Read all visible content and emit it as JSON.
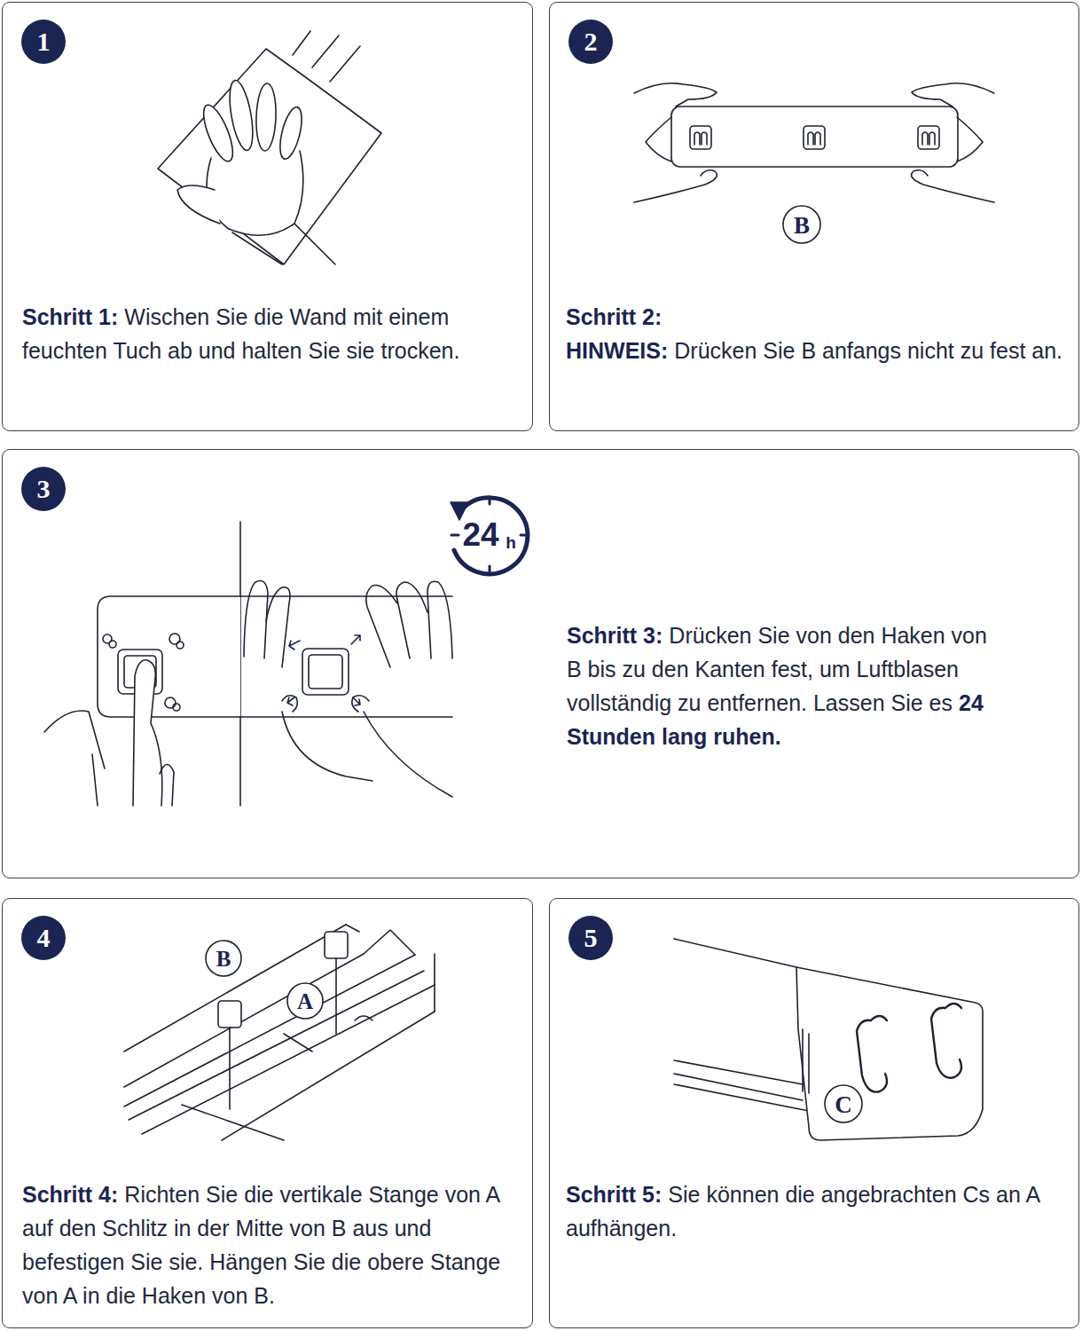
{
  "diagram": {
    "nodes": [
      {
        "text": [
          "Schritt 1:",
          "Wischen Sie die Wand mit einem feuchten Tuch ab und halten Sie sie trocken."
        ]
      },
      {
        "text": [
          "1"
        ],
        "in": 0
      },
      {
        "text": [
          "Schritt 2:",
          "HINWEIS:",
          "Drücken Sie B anfangs nicht zu fest an."
        ]
      },
      {
        "text": [
          "2"
        ],
        "in": 2
      },
      {
        "text": [
          "Schritt 3:",
          "Drücken Sie von den Haken von B bis zu den Kanten fest, um Luftblasen vollständig zu entfernen. Lassen Sie es",
          "24 Stunden lang ruhen."
        ]
      },
      {
        "text": [
          "3"
        ],
        "in": 4
      },
      {
        "text": [
          "Schritt 4:",
          "Richten Sie die vertikale Stange von A auf den Schlitz in der Mitte von B aus und befestigen Sie sie. Hängen Sie die obere Stange von A in die Haken von B."
        ]
      },
      {
        "text": [
          "4"
        ],
        "in": 6
      },
      {
        "text": [
          "Schritt 5:",
          "Sie können die angebrachten Cs an A aufhängen."
        ]
      },
      {
        "text": [
          "5"
        ],
        "in": 8
      }
    ],
    "labels": [
      "B",
      "24",
      "h",
      "B",
      "A",
      "C"
    ]
  }
}
